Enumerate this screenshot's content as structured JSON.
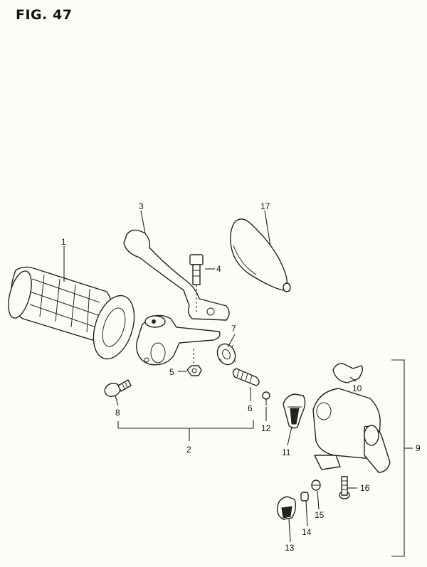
{
  "figure": {
    "title": "FIG. 47"
  },
  "callouts": {
    "c1": "1",
    "c2": "2",
    "c3": "3",
    "c4": "4",
    "c5": "5",
    "c6": "6",
    "c7": "7",
    "c8": "8",
    "c9": "9",
    "c10": "10",
    "c11": "11",
    "c12": "12",
    "c13": "13",
    "c14": "14",
    "c15": "15",
    "c16": "16",
    "c17": "17"
  }
}
